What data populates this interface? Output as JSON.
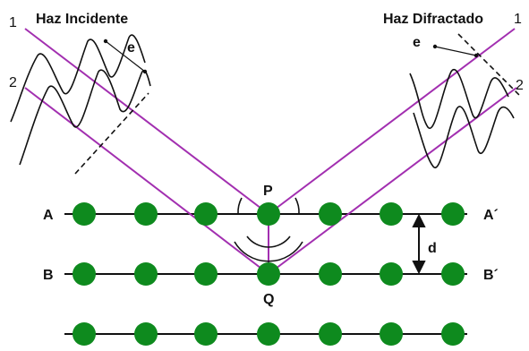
{
  "diagram": {
    "beam_incident_label": "Haz Incidente",
    "beam_diffracted_label": "Haz Difractado",
    "ray_label_1_left": "1",
    "ray_label_2_left": "2",
    "ray_label_1_right": "1",
    "ray_label_2_right": "2",
    "wavelength_label_left": "e",
    "wavelength_label_right": "e",
    "point_p_label": "P",
    "point_q_label": "Q",
    "plane_a_label": "A",
    "plane_a_prime_label": "A´",
    "plane_b_label": "B",
    "plane_b_prime_label": "B´",
    "spacing_label": "d",
    "colors": {
      "ray": "#a22fb0",
      "atom": "#0e8a1e",
      "line": "#111111"
    }
  }
}
